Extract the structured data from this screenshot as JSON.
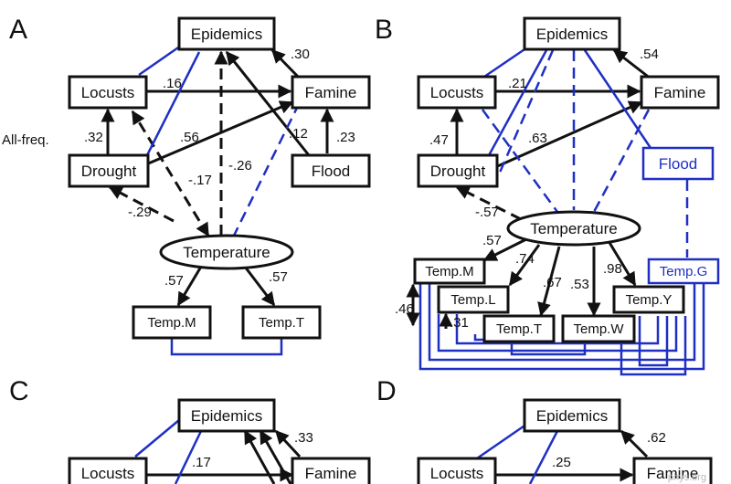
{
  "panels": {
    "A": {
      "letter": "A",
      "side_label": "All-freq.",
      "nodes": {
        "epidemics": "Epidemics",
        "locusts": "Locusts",
        "famine": "Famine",
        "drought": "Drought",
        "flood": "Flood",
        "temperature": "Temperature",
        "temp_m": "Temp.M",
        "temp_t": "Temp.T"
      },
      "coefs": {
        "famine_epidemics": ".30",
        "locusts_famine": ".16",
        "drought_locusts": ".32",
        "drought_famine": ".56",
        "flood_epidemics": ".12",
        "flood_famine": ".23",
        "temp_drought": "-.29",
        "temp_locusts": "-.17",
        "temp_epidemics": "-.26",
        "temp_m": ".57",
        "temp_t": ".57"
      }
    },
    "B": {
      "letter": "B",
      "nodes": {
        "epidemics": "Epidemics",
        "locusts": "Locusts",
        "famine": "Famine",
        "drought": "Drought",
        "flood": "Flood",
        "temperature": "Temperature",
        "temp_m": "Temp.M",
        "temp_l": "Temp.L",
        "temp_t": "Temp.T",
        "temp_w": "Temp.W",
        "temp_y": "Temp.Y",
        "temp_g": "Temp.G"
      },
      "coefs": {
        "famine_epidemics": ".54",
        "locusts_famine": ".21",
        "drought_locusts": ".47",
        "drought_famine": ".63",
        "temp_drought": "-.57",
        "temp_m": ".57",
        "temp_l": ".74",
        "temp_t": ".67",
        "temp_w": ".53",
        "temp_y": ".98",
        "corr_a": ".46",
        "corr_b": ".31"
      }
    },
    "C": {
      "letter": "C",
      "nodes": {
        "epidemics": "Epidemics",
        "locusts": "Locusts",
        "famine": "Famine"
      },
      "coefs": {
        "famine_epidemics": ".33",
        "locusts_epidemics": ".17"
      }
    },
    "D": {
      "letter": "D",
      "nodes": {
        "epidemics": "Epidemics",
        "locusts": "Locusts",
        "famine": "Famine"
      },
      "coefs": {
        "famine_epidemics": ".62",
        "locusts_epidemics": ".25"
      }
    }
  },
  "colors": {
    "black": "#111111",
    "blue": "#1f2fc4"
  },
  "watermark": "phys.org"
}
